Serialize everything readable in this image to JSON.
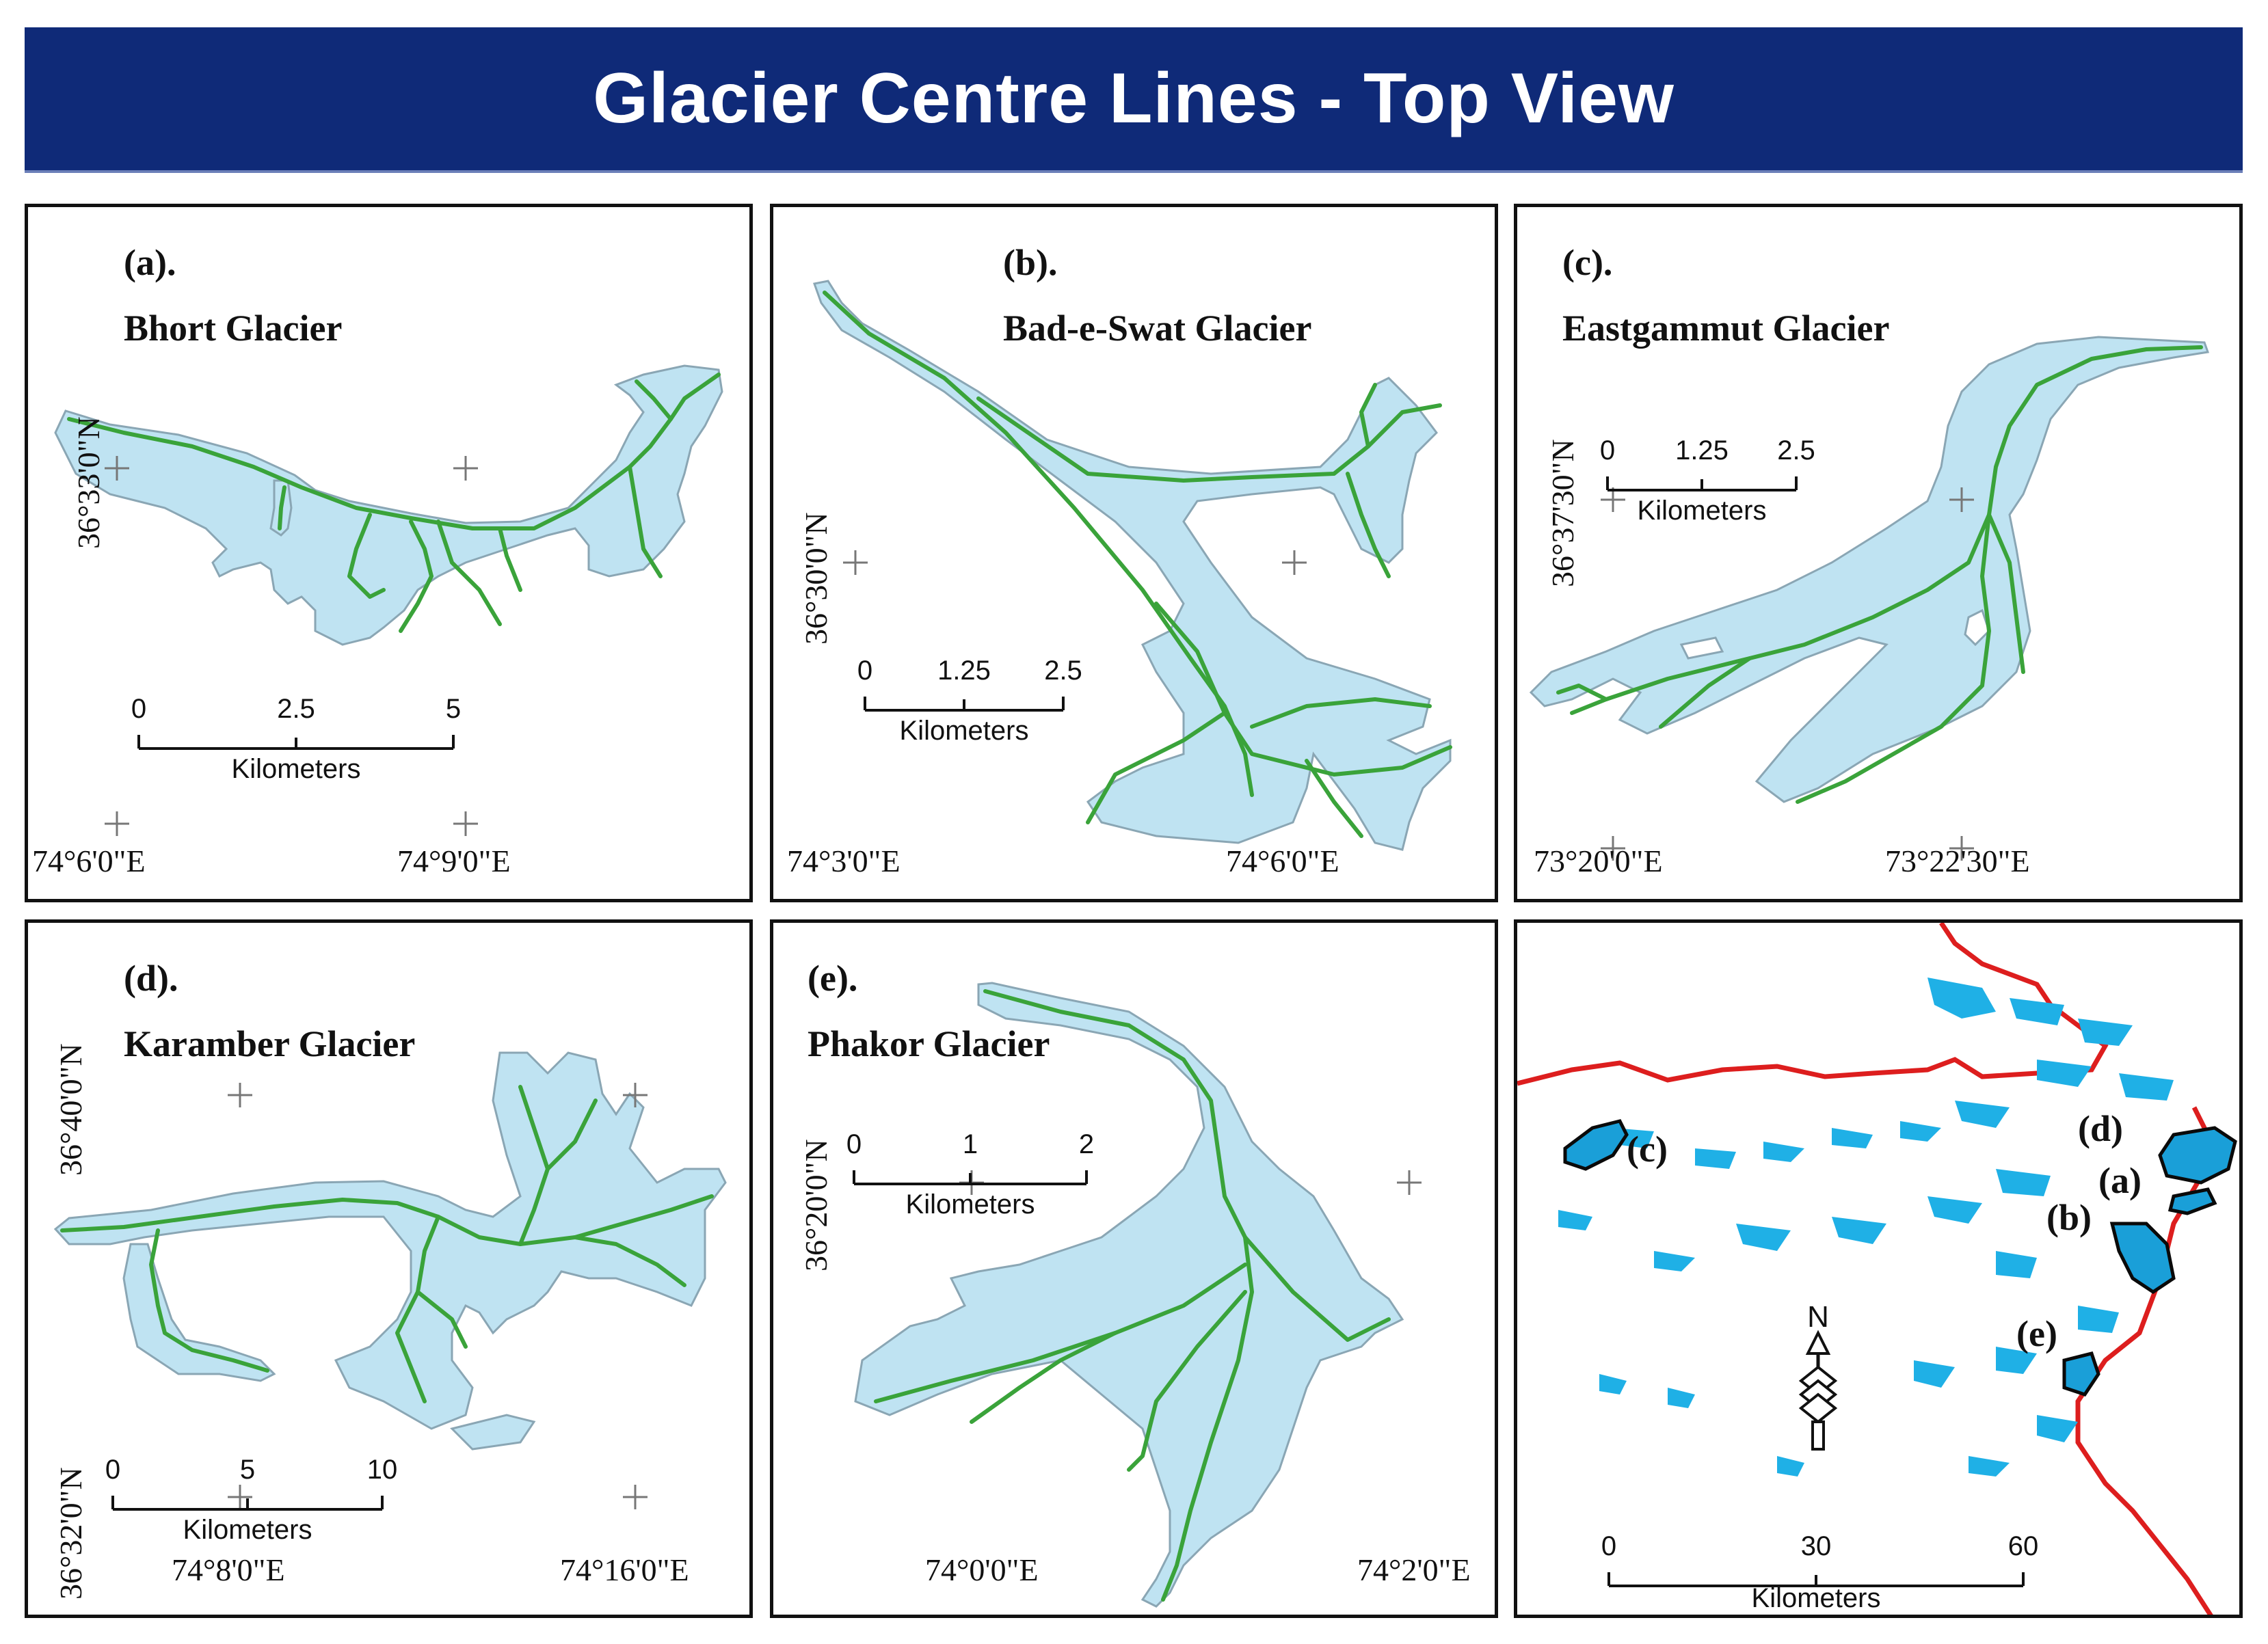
{
  "title": "Glacier Centre Lines - Top View",
  "colors": {
    "title_bg": "#0f2a78",
    "glacier_fill": "#bfe3f2",
    "centre_line": "#3aa33a",
    "boundary": "#dd1e1e",
    "ice": "#1fb0e6"
  },
  "panels": {
    "a": {
      "tag": "(a).",
      "name": "Bhort Glacier",
      "lat": "36°33'0\"N",
      "lon1": "74°6'0\"E",
      "lon2": "74°9'0\"E",
      "scale": {
        "n0": "0",
        "n1": "2.5",
        "n2": "5",
        "unit": "Kilometers"
      }
    },
    "b": {
      "tag": "(b).",
      "name": "Bad-e-Swat Glacier",
      "lat": "36°30'0\"N",
      "lon1": "74°3'0\"E",
      "lon2": "74°6'0\"E",
      "scale": {
        "n0": "0",
        "n1": "1.25",
        "n2": "2.5",
        "unit": "Kilometers"
      }
    },
    "c": {
      "tag": "(c).",
      "name": "Eastgammut Glacier",
      "lat": "36°37'30\"N",
      "lon1": "73°20'0\"E",
      "lon2": "73°22'30\"E",
      "scale": {
        "n0": "0",
        "n1": "1.25",
        "n2": "2.5",
        "unit": "Kilometers"
      }
    },
    "d": {
      "tag": "(d).",
      "name": "Karamber Glacier",
      "lat1": "36°40'0\"N",
      "lat2": "36°32'0\"N",
      "lon1": "74°8'0\"E",
      "lon2": "74°16'0\"E",
      "scale": {
        "n0": "0",
        "n1": "5",
        "n2": "10",
        "unit": "Kilometers"
      }
    },
    "e": {
      "tag": "(e).",
      "name": "Phakor Glacier",
      "lat": "36°20'0\"N",
      "lon1": "74°0'0\"E",
      "lon2": "74°2'0\"E",
      "scale": {
        "n0": "0",
        "n1": "1",
        "n2": "2",
        "unit": "Kilometers"
      }
    },
    "overview": {
      "labels": {
        "c": "(c)",
        "d": "(d)",
        "a": "(a)",
        "b": "(b)",
        "e": "(e)"
      },
      "north": "N",
      "scale": {
        "n0": "0",
        "n1": "30",
        "n2": "60",
        "unit": "Kilometers"
      }
    }
  }
}
